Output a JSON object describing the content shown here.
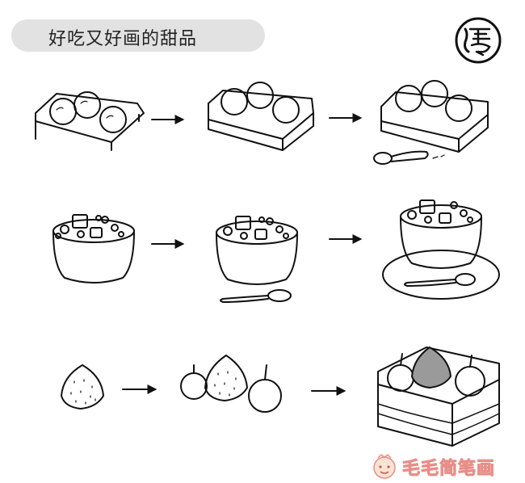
{
  "title": "好吃又好画的甜品",
  "logo": {
    "char": "秀"
  },
  "watermark": {
    "text": "毛毛简笔画",
    "color": "#f2b8b4"
  },
  "rows": [
    {
      "name": "ice-cream-tray",
      "steps": 3
    },
    {
      "name": "fruit-cup",
      "steps": 3
    },
    {
      "name": "fruit-cake",
      "steps": 3
    }
  ]
}
